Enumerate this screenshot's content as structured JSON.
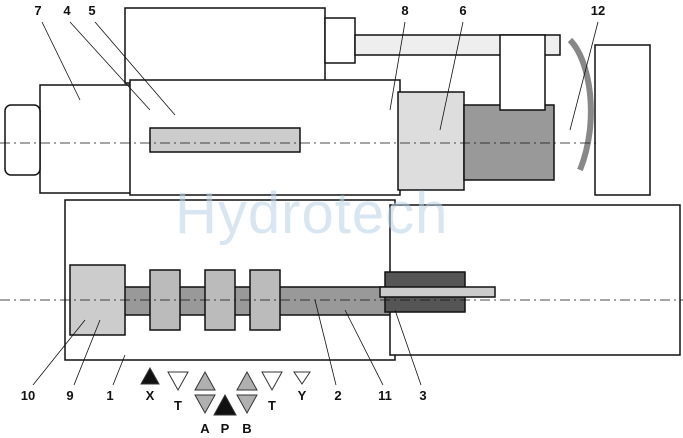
{
  "watermark": "Hydrotech",
  "callouts": {
    "top": [
      "7",
      "4",
      "5",
      "8",
      "6",
      "12"
    ],
    "bottom": [
      "10",
      "9",
      "1",
      "2",
      "11",
      "3"
    ]
  },
  "ports": {
    "X": "X",
    "T1": "T",
    "A": "A",
    "P": "P",
    "B": "B",
    "T2": "T",
    "Y": "Y"
  },
  "colors": {
    "line": "#111111",
    "port_gray": "#b0b0b0",
    "port_black": "#111111",
    "watermark": "#b9d3e6"
  }
}
